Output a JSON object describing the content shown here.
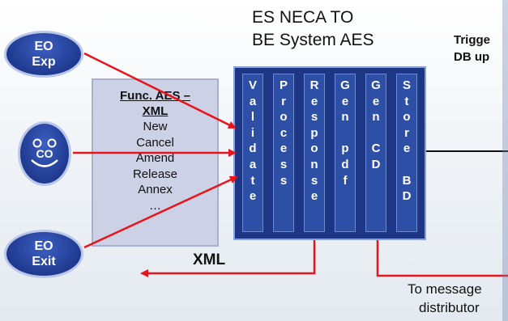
{
  "title": {
    "line1": "ES NECA TO",
    "line2": "BE System AES"
  },
  "trigger": {
    "line1": "Trigge",
    "line2": "DB up"
  },
  "actors": {
    "eo_exp": {
      "line1": "EO",
      "line2": "Exp"
    },
    "co": {
      "glyph": "ʘ ʘ",
      "text": "CO"
    },
    "eo_exit": {
      "line1": "EO",
      "line2": "Exit"
    }
  },
  "func_box": {
    "title_line1": "Func. AES –",
    "title_line2": "XML",
    "items": [
      "New",
      "Cancel",
      "Amend",
      "Release",
      "Annex",
      "…"
    ]
  },
  "steps": [
    {
      "letters": [
        "V",
        "a",
        "l",
        "i",
        "d",
        "a",
        "t",
        "e"
      ]
    },
    {
      "letters": [
        "P",
        "r",
        "o",
        "c",
        "e",
        "s",
        "s"
      ]
    },
    {
      "letters": [
        "R",
        "e",
        "s",
        "p",
        "o",
        "n",
        "s",
        "e"
      ]
    },
    {
      "letters": [
        "G",
        "e",
        "n",
        "",
        "p",
        "d",
        "f"
      ]
    },
    {
      "letters": [
        "G",
        "e",
        "n",
        "",
        "C",
        "D"
      ]
    },
    {
      "letters": [
        "S",
        "t",
        "o",
        "r",
        "e",
        "",
        "B",
        "D"
      ]
    }
  ],
  "labels": {
    "xml": "XML",
    "to_message_line1": "To message",
    "to_message_line2": "distributor"
  },
  "colors": {
    "arrow": "#e8141b",
    "actor_fill": "#1f3a8f",
    "process_box": "#1d3786",
    "function_box": "#cdd1e6"
  }
}
